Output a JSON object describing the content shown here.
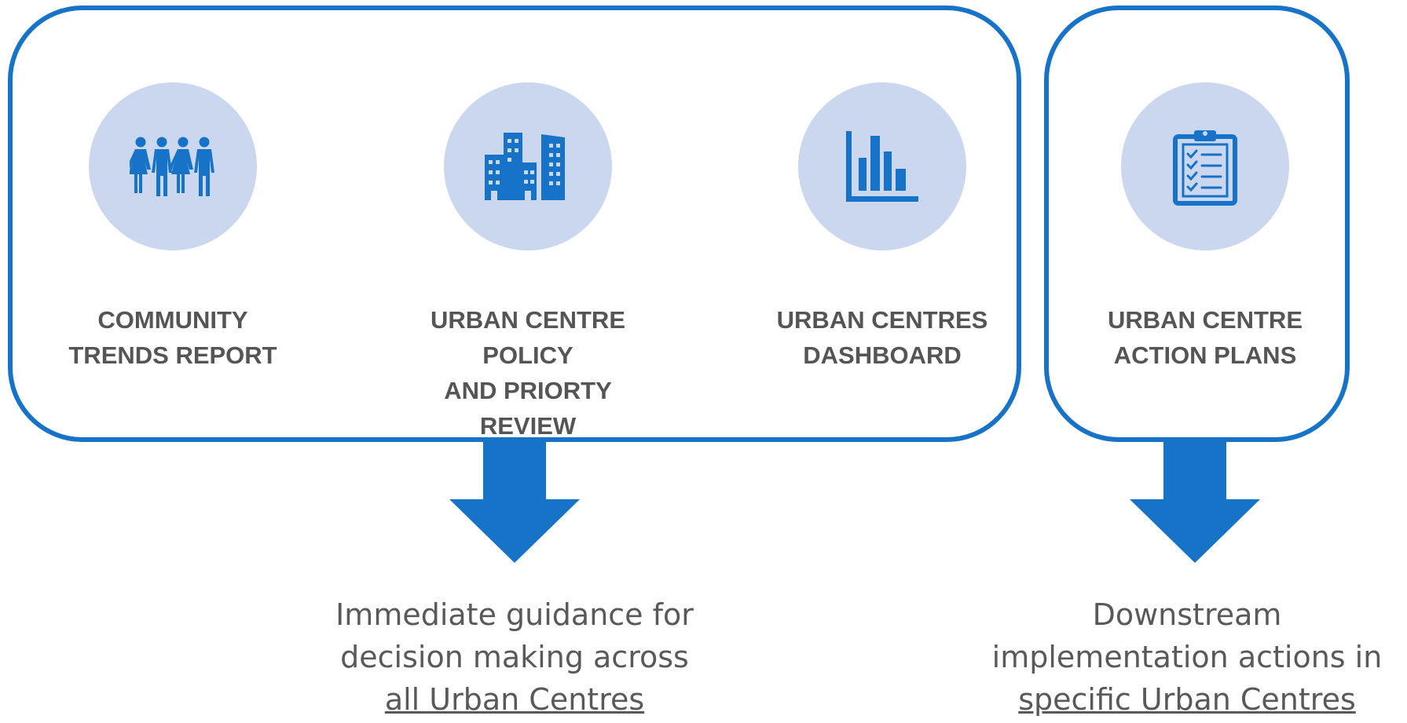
{
  "accent_color": "#1673c8",
  "circle_color": "#cad7ee",
  "items": [
    {
      "line1": "COMMUNITY",
      "line2": "TRENDS REPORT",
      "icon": "people-icon"
    },
    {
      "line1": "URBAN CENTRE POLICY",
      "line2": "AND PRIORTY REVIEW",
      "icon": "buildings-icon"
    },
    {
      "line1": "URBAN CENTRES",
      "line2": "DASHBOARD",
      "icon": "bar-chart-icon"
    },
    {
      "line1": "URBAN CENTRE",
      "line2": "ACTION PLANS",
      "icon": "clipboard-checklist-icon"
    }
  ],
  "outcomes": [
    {
      "line1": "Immediate guidance for",
      "line2": "decision making across",
      "line3": "all Urban Centres"
    },
    {
      "line1": "Downstream",
      "line2": "implementation actions in",
      "line3": "specific Urban Centres"
    }
  ]
}
